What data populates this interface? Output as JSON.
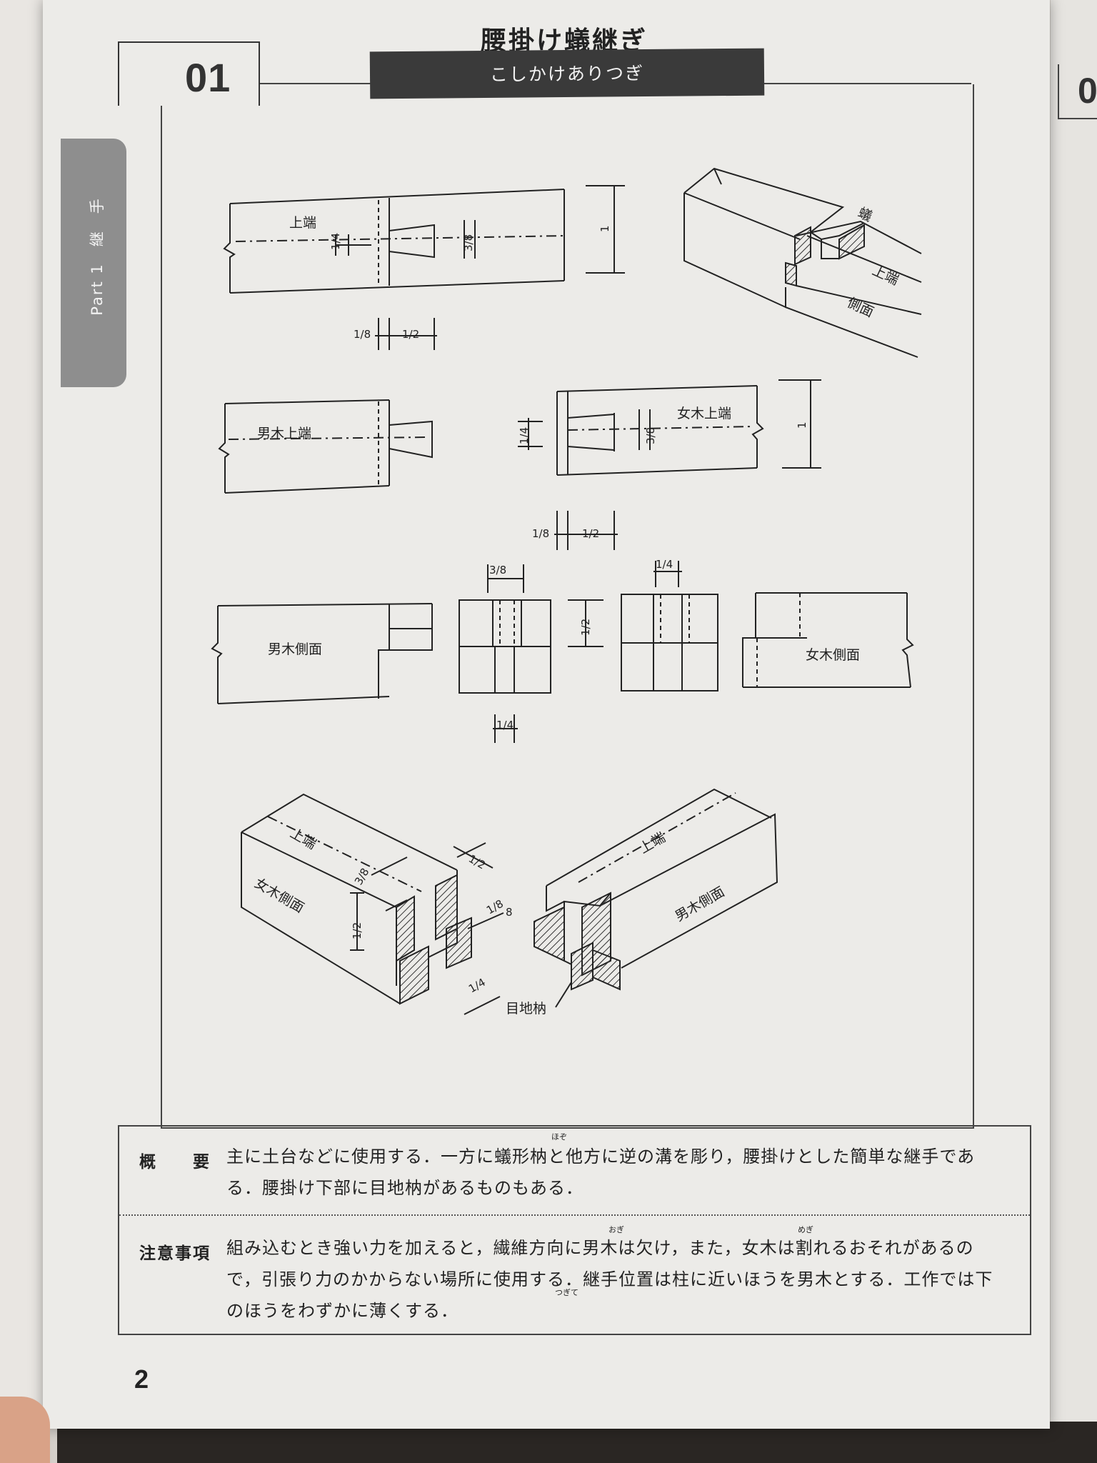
{
  "page": {
    "number_box": "01",
    "title": "腰掛け蟻継ぎ",
    "subtitle": "こしかけありつぎ",
    "side_tab": "Part 1　継　手",
    "page_number": "2",
    "next_page_number_partial": "0"
  },
  "drawing_labels": {
    "top_plan_label": "上端",
    "fraction_1_4": "1/4",
    "fraction_3_8": "3/8",
    "fraction_1": "1",
    "fraction_1_8": "1/8",
    "fraction_1_2": "1/2",
    "iso_ant": "蟻",
    "iso_top": "上端",
    "iso_side": "側面",
    "male_top": "男木上端",
    "female_top": "女木上端",
    "male_side": "男木側面",
    "female_side": "女木側面",
    "iso_female_top": "上端",
    "iso_female_side": "女木側面",
    "iso_male_top": "上端",
    "iso_male_side": "男木側面",
    "joint_tenon": "目地枘",
    "fraction_8": "8"
  },
  "info": {
    "overview_label": "概　　要",
    "overview_text_1": "主に土台などに使用する．一方に蟻形枘と他方に逆の溝を彫り，腰掛けとした簡単な継手であ",
    "overview_text_2": "る．腰掛け下部に目地枘があるものもある．",
    "ruby_hozo": "ほぞ",
    "caution_label": "注意事項",
    "caution_text_1": "組み込むとき強い力を加えると，繊維方向に男木は欠け，また，女木は割れるおそれがあるの",
    "caution_text_2": "で，引張り力のかからない場所に使用する．継手位置は柱に近いほうを男木とする．工作では下",
    "caution_text_3": "のほうをわずかに薄くする．",
    "ruby_ogi": "おぎ",
    "ruby_megi": "めぎ",
    "ruby_tsugite": "つぎて"
  }
}
